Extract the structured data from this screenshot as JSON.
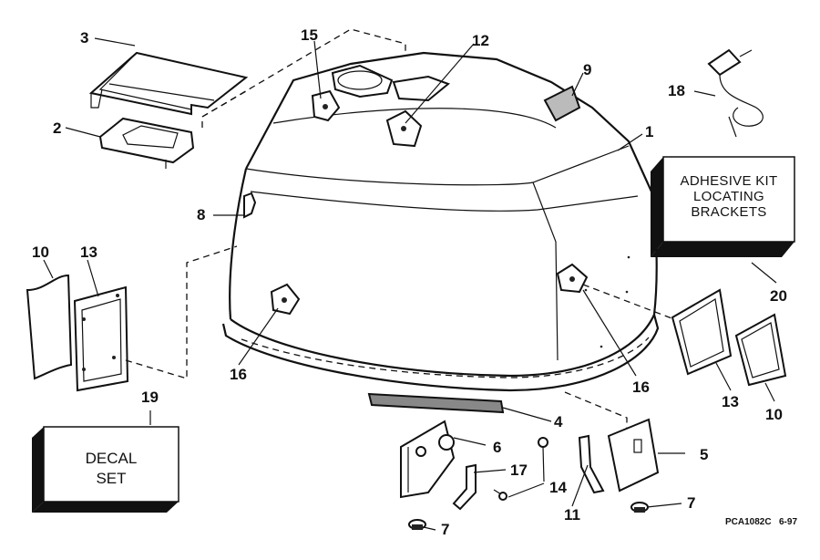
{
  "callouts": {
    "c1": "1",
    "c2": "2",
    "c3": "3",
    "c4": "4",
    "c5": "5",
    "c6": "6",
    "c7a": "7",
    "c7b": "7",
    "c8": "8",
    "c9": "9",
    "c10a": "10",
    "c10b": "10",
    "c11": "11",
    "c12": "12",
    "c13a": "13",
    "c13b": "13",
    "c14": "14",
    "c15": "15",
    "c16a": "16",
    "c16b": "16",
    "c17": "17",
    "c18": "18",
    "c19": "19",
    "c20": "20"
  },
  "adhesive_box": {
    "line1": "ADHESIVE KIT",
    "line2": "LOCATING",
    "line3": "BRACKETS"
  },
  "decal_box": {
    "line1": "DECAL",
    "line2": "SET"
  },
  "footer": {
    "code": "PCA1082C",
    "date": "6-97"
  }
}
